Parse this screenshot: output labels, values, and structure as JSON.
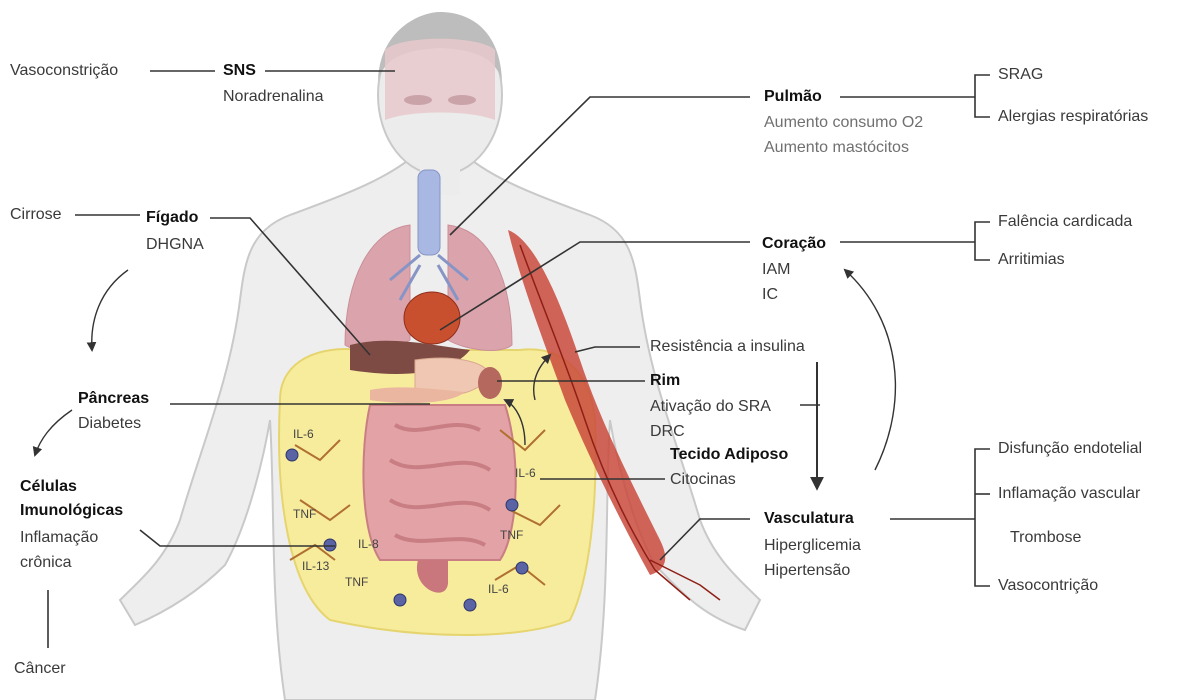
{
  "labels": {
    "vasoconstricao": "Vasoconstrição",
    "sns_title": "SNS",
    "sns_sub": "Noradrenalina",
    "pulmao_title": "Pulmão",
    "pulmao_sub1": "Aumento consumo O2",
    "pulmao_sub2": "Aumento mastócitos",
    "pulmao_out1": "SRAG",
    "pulmao_out2": "Alergias respiratórias",
    "cirrose": "Cirrose",
    "figado_title": "Fígado",
    "figado_sub": "DHGNA",
    "coracao_title": "Coração",
    "coracao_sub1": "IAM",
    "coracao_sub2": "IC",
    "coracao_out1": "Falência cardicada",
    "coracao_out2": "Arritimias",
    "resistencia": "Resistência a insulina",
    "rim_title": "Rim",
    "rim_sub1": "Ativação do SRA",
    "rim_sub2": "DRC",
    "pancreas_title": "Pâncreas",
    "pancreas_sub": "Diabetes",
    "tecido_title": "Tecido Adiposo",
    "tecido_sub": "Citocinas",
    "celulas_title1": "Células",
    "celulas_title2": "Imunológicas",
    "celulas_sub1": "Inflamação",
    "celulas_sub2": "crônica",
    "vasculatura_title": "Vasculatura",
    "vasculatura_sub1": "Hiperglicemia",
    "vasculatura_sub2": "Hipertensão",
    "vasc_out1": "Disfunção endotelial",
    "vasc_out2": "Inflamação vascular",
    "vasc_out3": "Trombose",
    "vasc_out4": "Vasocontrição",
    "cancer": "Câncer"
  },
  "cytokines": {
    "il6_a": "IL-6",
    "il6_b": "IL-6",
    "il6_c": "IL-6",
    "tnf_a": "TNF",
    "tnf_b": "TNF",
    "tnf_c": "TNF",
    "il8": "IL-8",
    "il13": "IL-13"
  },
  "colors": {
    "line": "#333333",
    "body_fill": "#eeeeee",
    "body_stroke": "#c9c9c9",
    "fat": "#f7ec9c",
    "lung": "#dba3ac",
    "muscle": "#c94a3c",
    "liver": "#7d4a44",
    "intestine": "#d88e92",
    "macrophage": "#5a64a4"
  }
}
